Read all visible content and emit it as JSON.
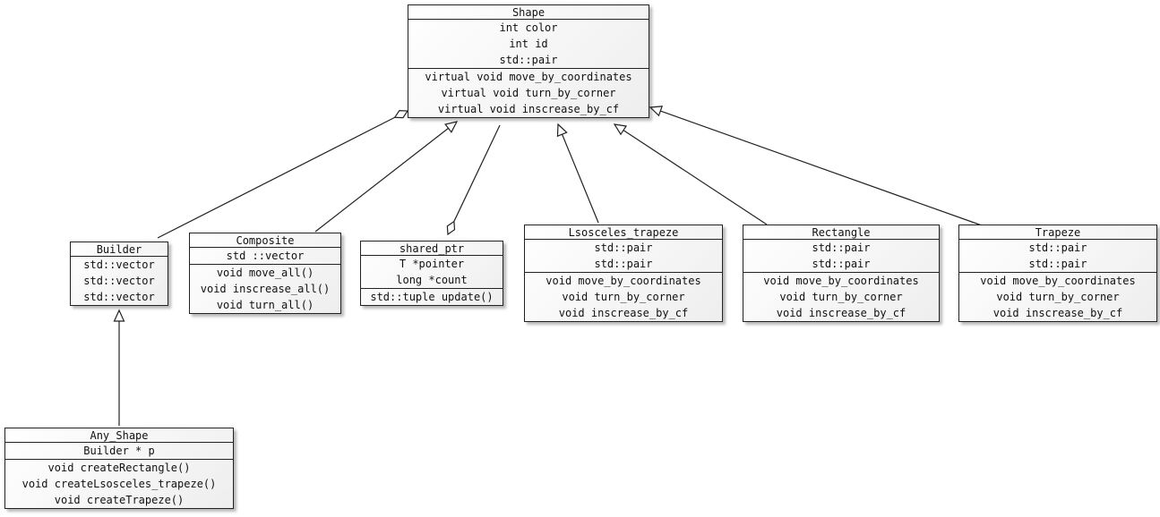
{
  "diagram": {
    "classes": [
      {
        "id": "shape",
        "name": "Shape",
        "attributes": [
          "int color",
          "int id",
          "std::pair"
        ],
        "methods": [
          "virtual void move_by_coordinates",
          "virtual void turn_by_corner",
          "virtual void inscrease_by_cf"
        ]
      },
      {
        "id": "builder",
        "name": "Builder",
        "attributes": [
          "std::vector",
          "std::vector",
          "std::vector"
        ],
        "methods": []
      },
      {
        "id": "composite",
        "name": "Composite",
        "attributes": [
          "std ::vector"
        ],
        "methods": [
          "void move_all()",
          "void inscrease_all()",
          "void turn_all()"
        ]
      },
      {
        "id": "shared_ptr",
        "name": "shared_ptr",
        "attributes": [
          "T *pointer",
          "long *count"
        ],
        "methods": [
          "std::tuple update()"
        ]
      },
      {
        "id": "isosceles",
        "name": "Lsosceles_trapeze",
        "attributes": [
          "std::pair",
          "std::pair"
        ],
        "methods": [
          "void move_by_coordinates",
          "void turn_by_corner",
          "void inscrease_by_cf"
        ]
      },
      {
        "id": "rectangle",
        "name": "Rectangle",
        "attributes": [
          "std::pair",
          "std::pair"
        ],
        "methods": [
          "void move_by_coordinates",
          "void turn_by_corner",
          "void inscrease_by_cf"
        ]
      },
      {
        "id": "trapeze",
        "name": "Trapeze",
        "attributes": [
          "std::pair",
          "std::pair"
        ],
        "methods": [
          "void move_by_coordinates",
          "void turn_by_corner",
          "void inscrease_by_cf"
        ]
      },
      {
        "id": "any_shape",
        "name": "Any_Shape",
        "attributes": [
          "Builder * p"
        ],
        "methods": [
          "void createRectangle()",
          "void createLsosceles_trapeze()",
          "void createTrapeze()"
        ]
      }
    ],
    "relations": [
      {
        "from": "builder",
        "to": "shape",
        "type": "aggregation"
      },
      {
        "from": "composite",
        "to": "shape",
        "type": "inheritance"
      },
      {
        "from": "shape",
        "to": "shared_ptr",
        "type": "aggregation"
      },
      {
        "from": "isosceles",
        "to": "shape",
        "type": "inheritance"
      },
      {
        "from": "rectangle",
        "to": "shape",
        "type": "inheritance"
      },
      {
        "from": "trapeze",
        "to": "shape",
        "type": "inheritance"
      },
      {
        "from": "any_shape",
        "to": "builder",
        "type": "inheritance"
      }
    ]
  }
}
